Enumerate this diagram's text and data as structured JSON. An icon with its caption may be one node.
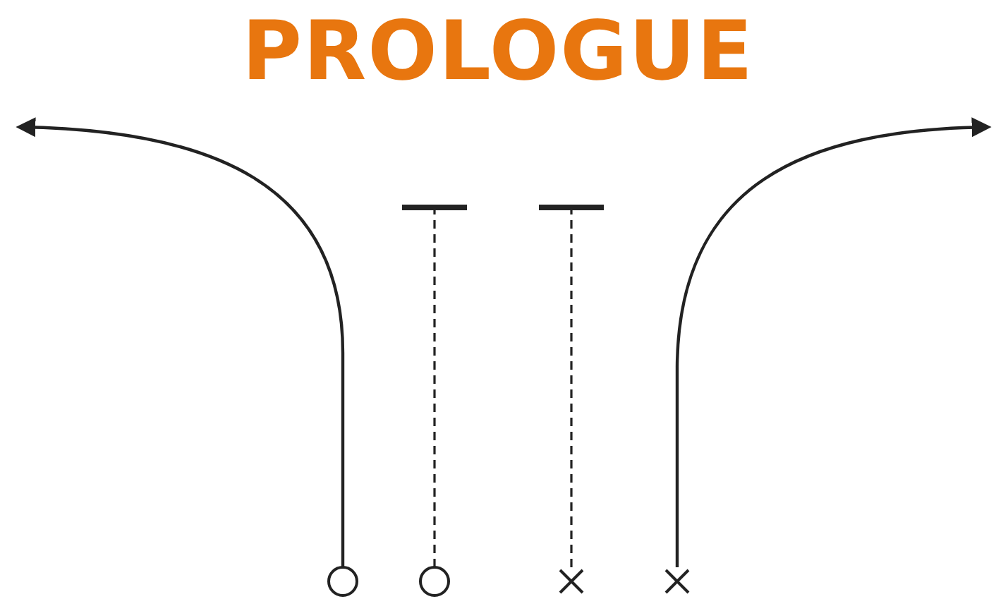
{
  "diagram": {
    "title": "PROLOGUE",
    "nodes": [
      {
        "text": [],
        "shape": "circle"
      },
      {
        "text": [],
        "shape": "circle"
      },
      {
        "text": [],
        "shape": "cross"
      },
      {
        "text": [],
        "shape": "cross"
      }
    ],
    "edges": [
      {
        "from": 0,
        "to": null,
        "arrow": "to"
      },
      {
        "from": 1,
        "to": null,
        "arrow": "other",
        "style": "dashed"
      },
      {
        "from": 2,
        "to": null,
        "arrow": "other",
        "style": "dashed"
      },
      {
        "from": 3,
        "to": null,
        "arrow": "to"
      }
    ]
  }
}
